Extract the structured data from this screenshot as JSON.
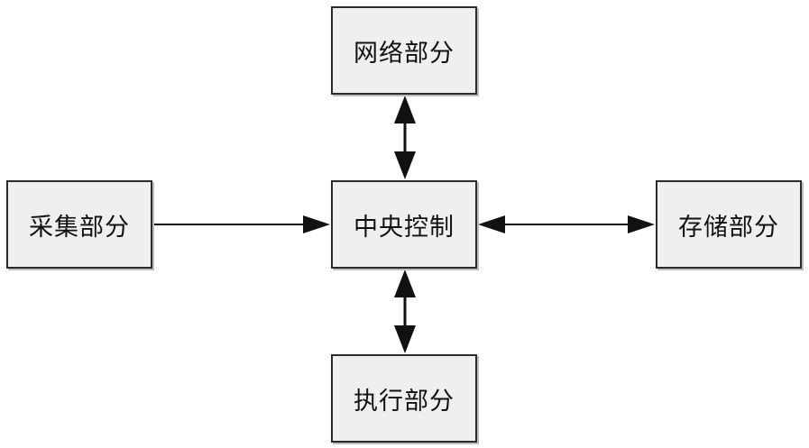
{
  "nodes": {
    "network": "网络部分",
    "central": "中央控制",
    "acquire": "采集部分",
    "storage": "存储部分",
    "execute": "执行部分"
  },
  "edges": [
    {
      "from": "acquire",
      "to": "central",
      "direction": "one-way"
    },
    {
      "from": "central",
      "to": "network",
      "direction": "two-way"
    },
    {
      "from": "central",
      "to": "storage",
      "direction": "two-way"
    },
    {
      "from": "central",
      "to": "execute",
      "direction": "two-way"
    }
  ]
}
